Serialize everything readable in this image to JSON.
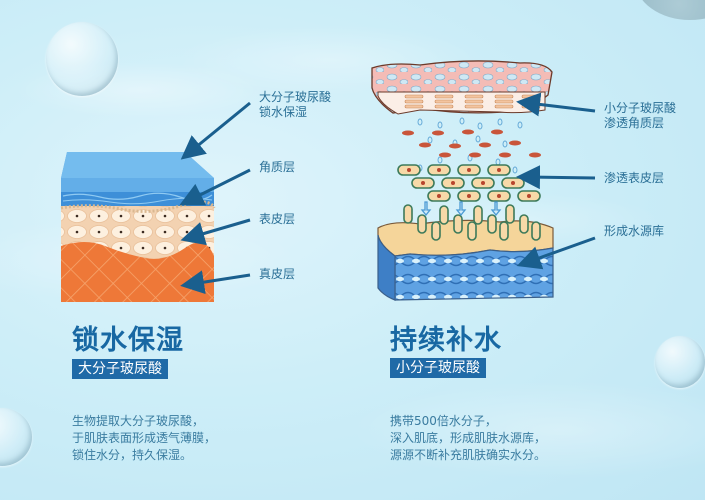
{
  "left_panel": {
    "title": "锁水保湿",
    "badge": "大分子玻尿酸",
    "callouts": [
      {
        "line1": "大分子玻尿酸",
        "line2": "锁水保湿"
      },
      {
        "line1": "角质层"
      },
      {
        "line1": "表皮层"
      },
      {
        "line1": "真皮层"
      }
    ],
    "description": [
      "生物提取大分子玻尿酸，",
      "于肌肤表面形成透气薄膜，",
      "锁住水分，持久保湿。"
    ]
  },
  "right_panel": {
    "title": "持续补水",
    "badge": "小分子玻尿酸",
    "callouts": [
      {
        "line1": "小分子玻尿酸",
        "line2": "渗透角质层"
      },
      {
        "line1": "渗透表皮层"
      },
      {
        "line1": "形成水源库"
      }
    ],
    "description": [
      "携带500倍水分子，",
      "深入肌底，形成肌肤水源库，",
      "源源不断补充肌肤确实水分。"
    ]
  },
  "colors": {
    "title": "#1868a3",
    "badge_bg": "#1f6aa7",
    "label": "#2a6f96",
    "arrow": "#1a5f8e",
    "water_layer": "#5aa8e0",
    "dermis": "#ef7a3a",
    "epidermis_cells": "#fbe3c8",
    "stratum_pink": "#f2b8b4",
    "reservoir_blue": "#4f8fd6"
  }
}
